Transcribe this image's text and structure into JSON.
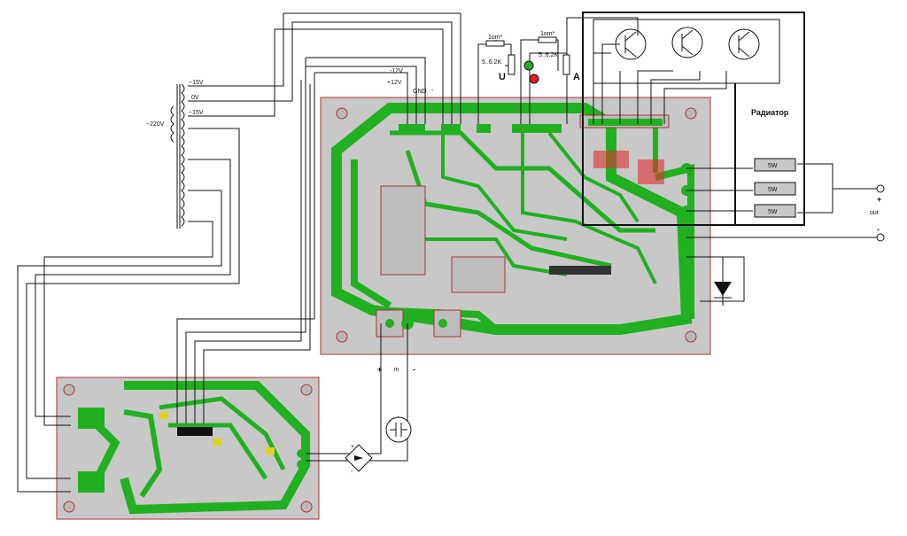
{
  "transformer": {
    "sec_top": "~15V",
    "sec_mid": "0V",
    "sec_bot": "~15V",
    "primary": "~220V"
  },
  "rails": {
    "minus12": "-12V",
    "plus12": "+12V",
    "gnd": "GND",
    "gnd_sign": "-"
  },
  "resistors": {
    "r_left_top": "1om*",
    "r_left_pot": "5..6.2K",
    "r_right_top": "1om*",
    "r_right_pot": "5..6.2K"
  },
  "meters": {
    "voltage": "U",
    "current": "A"
  },
  "heatsink": {
    "label": "Радиатор"
  },
  "load_resistors": [
    "5W",
    "5W",
    "5W"
  ],
  "output": {
    "plus": "+",
    "label": "out",
    "minus": "-"
  },
  "input": {
    "plus": "+",
    "label": "in",
    "minus": "-"
  },
  "bridge": {
    "plus": "+",
    "minus": "-"
  },
  "colors": {
    "pcb": "#c8c8c8",
    "copper": "#20b020",
    "wire": "#111111",
    "pcb_edge": "#b03030"
  }
}
